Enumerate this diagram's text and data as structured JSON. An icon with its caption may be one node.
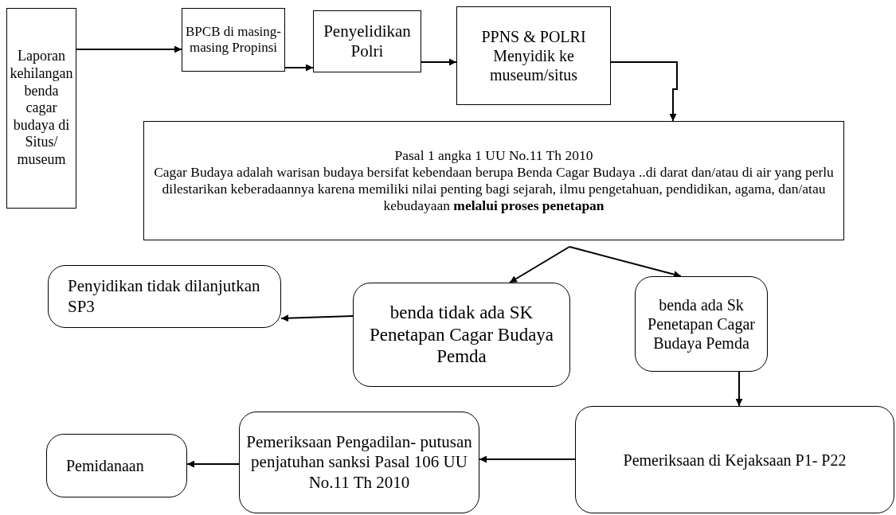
{
  "diagram": {
    "nodes": [
      {
        "text": [
          "Laporan kehilangan benda cagar budaya di Situs/ museum"
        ]
      },
      {
        "text": [
          "BPCB di masing-masing Propinsi"
        ]
      },
      {
        "text": [
          "Penyelidikan Polri"
        ]
      },
      {
        "text": [
          "PPNS & POLRI",
          "Menyidik ke museum/situs"
        ]
      },
      {
        "text": [
          "Pasal 1 angka 1 UU No.11 Th 2010",
          "Cagar Budaya adalah  warisan budaya bersifat kebendaan berupa Benda Cagar Budaya ..di darat dan/atau di air yang perlu dilestarikan keberadaannya karena memiliki nilai penting bagi sejarah, ilmu pengetahuan, pendidikan, agama, dan/atau kebudayaan **melalui proses penetapan**"
        ]
      },
      {
        "text": [
          "Penyidikan tidak dilanjutkan SP3"
        ]
      },
      {
        "text": [
          "benda tidak ada SK Penetapan Cagar Budaya Pemda"
        ]
      },
      {
        "text": [
          "benda ada Sk Penetapan Cagar Budaya Pemda"
        ]
      },
      {
        "text": [
          "Pemidanaan"
        ]
      },
      {
        "text": [
          "Pemeriksaan Pengadilan- putusan penjatuhan sanksi Pasal 106 UU No.11 Th 2010"
        ]
      },
      {
        "text": [
          "Pemeriksaan di Kejaksaan P1- P22"
        ]
      }
    ],
    "edges": [
      {
        "from": 0,
        "to": 1,
        "arrow": "to"
      },
      {
        "from": 1,
        "to": 2,
        "arrow": "to"
      },
      {
        "from": 2,
        "to": 3,
        "arrow": "to"
      },
      {
        "from": 3,
        "to": 4,
        "arrow": "to"
      },
      {
        "from": 4,
        "to": 6,
        "arrow": "to"
      },
      {
        "from": 4,
        "to": 7,
        "arrow": "to"
      },
      {
        "from": 6,
        "to": 5,
        "arrow": "to"
      },
      {
        "from": 7,
        "to": 10,
        "arrow": "to"
      },
      {
        "from": 10,
        "to": 9,
        "arrow": "to"
      },
      {
        "from": 9,
        "to": 8,
        "arrow": "to"
      }
    ]
  }
}
